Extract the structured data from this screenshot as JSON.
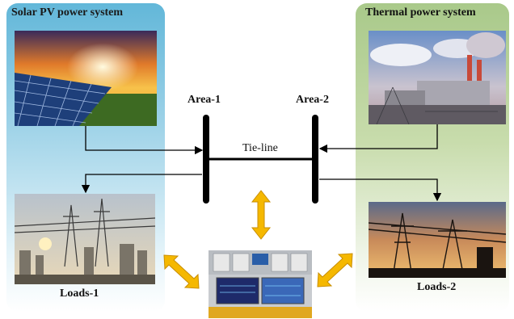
{
  "labels": {
    "solar": "Solar PV power system",
    "thermal": "Thermal power system",
    "area1": "Area-1",
    "area2": "Area-2",
    "tie_line": "Tie-line",
    "loads1": "Loads-1",
    "loads2": "Loads-2"
  },
  "colors": {
    "solar_panel": "#62b7d9",
    "thermal_panel": "#a9c98a",
    "bus": "#000000",
    "arrow_fill": "#f5b800"
  },
  "icons": [
    "solar-pv-photo",
    "thermal-plant-photo",
    "substation-photo",
    "transmission-tower-photo",
    "control-room-photo"
  ]
}
